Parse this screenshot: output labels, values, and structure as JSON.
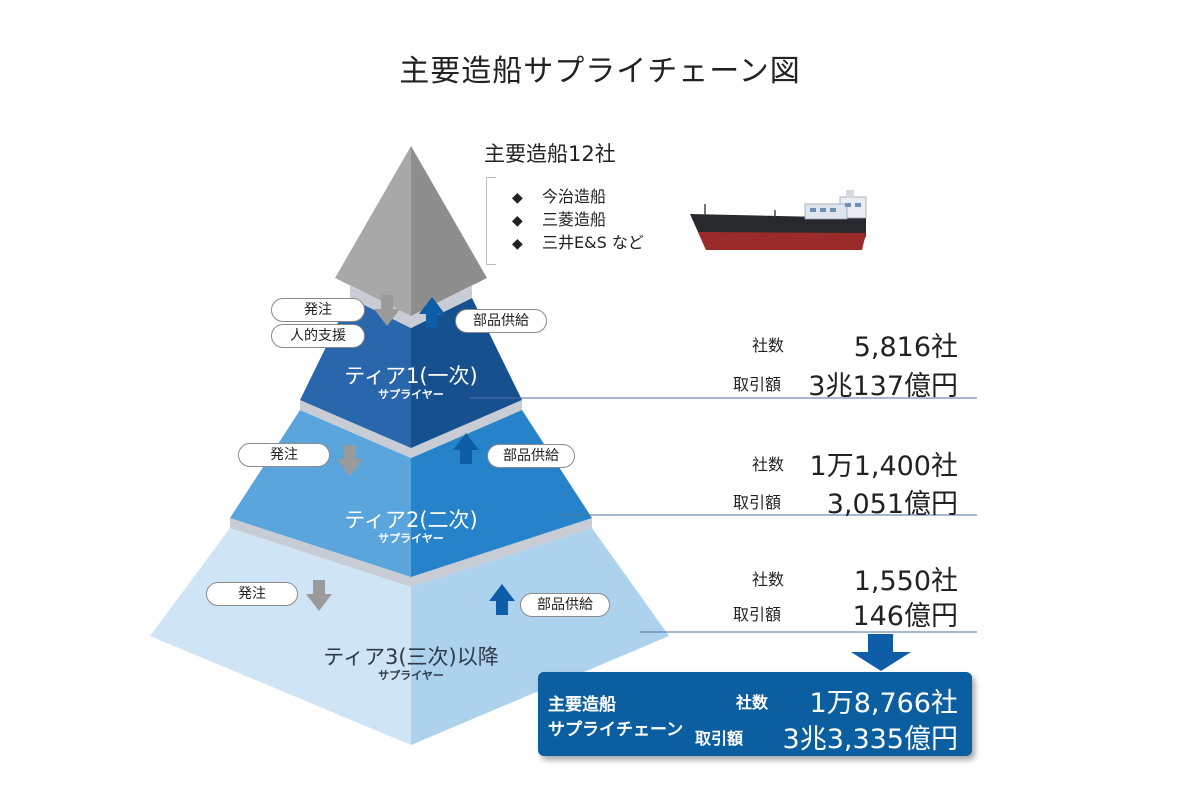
{
  "title": "主要造船サプライチェーン図",
  "top": {
    "heading": "主要造船12社",
    "companies": [
      "今治造船",
      "三菱造船",
      "三井E&S など"
    ],
    "bullet": "◆"
  },
  "arrows_labels": {
    "order": "発注",
    "personnel": "人的支援",
    "parts": "部品供給"
  },
  "tiers": [
    {
      "name": "ティア1(一次)",
      "sub": "サプライヤー",
      "count_label": "社数",
      "count": "5,816社",
      "amount_label": "取引額",
      "amount": "3兆137億円"
    },
    {
      "name": "ティア2(二次)",
      "sub": "サプライヤー",
      "count_label": "社数",
      "count": "1万1,400社",
      "amount_label": "取引額",
      "amount": "3,051億円"
    },
    {
      "name": "ティア3(三次)以降",
      "sub": "サプライヤー",
      "count_label": "社数",
      "count": "1,550社",
      "amount_label": "取引額",
      "amount": "146億円"
    }
  ],
  "total": {
    "name_line1": "主要造船",
    "name_line2": "サプライチェーン",
    "count_label": "社数",
    "count": "1万8,766社",
    "amount_label": "取引額",
    "amount": "3兆3,335億円"
  },
  "colors": {
    "apex_left": "#a8a8a8",
    "apex_right": "#8e8e8e",
    "tier1_left": "#2966ab",
    "tier1_right": "#16508f",
    "tier2_left": "#5aa5dc",
    "tier2_right": "#2783c9",
    "tier3_left": "#cfe4f4",
    "tier3_right": "#acd2ee",
    "separator": "#c8ccd4",
    "arrow_down": "#9a9a9a",
    "arrow_up": "#0d5ea6",
    "total_box": "#0b5ea0"
  }
}
